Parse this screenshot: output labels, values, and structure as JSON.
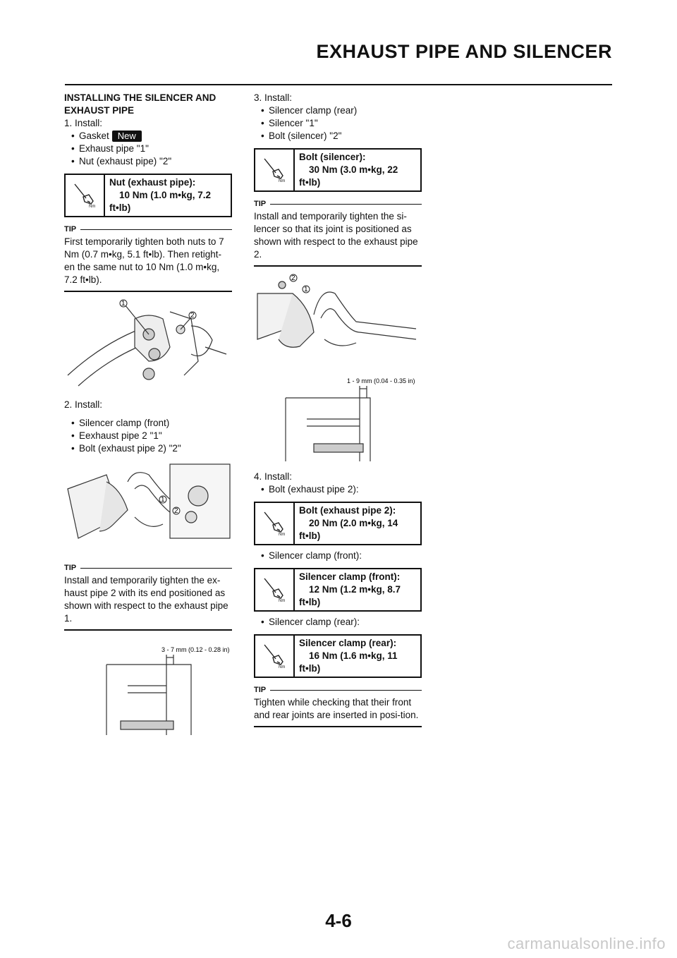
{
  "header": {
    "title": "EXHAUST PIPE AND SILENCER"
  },
  "left": {
    "heading": "INSTALLING THE SILENCER AND EXHAUST PIPE",
    "step1": {
      "label": "1. Install:",
      "items": [
        "Gasket",
        "Exhaust pipe \"1\"",
        "Nut (exhaust pipe) \"2\""
      ],
      "new_badge": "New"
    },
    "torque_nut": {
      "title": "Nut (exhaust pipe):",
      "value": "10 Nm (1.0 m•kg, 7.2",
      "unit": "ft•lb)"
    },
    "tip1": {
      "label": "TIP",
      "text": "First temporarily tighten both nuts to 7 Nm (0.7 m•kg, 5.1 ft•lb). Then retight-en the same nut to 10 Nm (1.0 m•kg, 7.2 ft•lb)."
    },
    "fig1": {
      "callouts": [
        "1",
        "2"
      ]
    },
    "step2": {
      "label": "2. Install:",
      "items": [
        "Silencer clamp (front)",
        "Eexhaust pipe 2 \"1\"",
        "Bolt (exhaust pipe 2) \"2\""
      ]
    },
    "fig2": {
      "callouts": [
        "1",
        "2"
      ]
    },
    "tip2": {
      "label": "TIP",
      "text": "Install and temporarily tighten the ex-haust pipe 2 with its end positioned as shown with respect to the exhaust pipe 1."
    },
    "fig3": {
      "dimension": "3 - 7 mm (0.12 - 0.28 in)"
    }
  },
  "right": {
    "step3": {
      "label": "3. Install:",
      "items": [
        "Silencer clamp (rear)",
        "Silencer \"1\"",
        "Bolt (silencer) \"2\""
      ]
    },
    "torque_silencer": {
      "title": "Bolt (silencer):",
      "value": "30 Nm (3.0 m•kg, 22",
      "unit": "ft•lb)"
    },
    "tip3": {
      "label": "TIP",
      "text": "Install and temporarily tighten the si-lencer so that its joint is positioned as shown with respect to the exhaust pipe 2."
    },
    "fig4": {
      "callouts": [
        "2",
        "1"
      ]
    },
    "fig5": {
      "dimension": "1 - 9 mm (0.04 - 0.35 in)"
    },
    "step4": {
      "label": "4. Install:",
      "item1": "Bolt (exhaust pipe 2):",
      "item2": "Silencer clamp (front):",
      "item3": "Silencer clamp (rear):"
    },
    "torque_bolt2": {
      "title": "Bolt (exhaust pipe 2):",
      "value": "20 Nm (2.0 m•kg, 14",
      "unit": "ft•lb)"
    },
    "torque_front": {
      "title": "Silencer clamp (front):",
      "value": "12 Nm (1.2 m•kg, 8.7",
      "unit": "ft•lb)"
    },
    "torque_rear": {
      "title": "Silencer clamp (rear):",
      "value": "16 Nm (1.6 m•kg, 11",
      "unit": "ft•lb)"
    },
    "tip4": {
      "label": "TIP",
      "text": "Tighten while checking that their front and rear joints are inserted in posi-tion."
    }
  },
  "footer": {
    "page_number": "4-6",
    "watermark": "carmanualsonline.info"
  }
}
